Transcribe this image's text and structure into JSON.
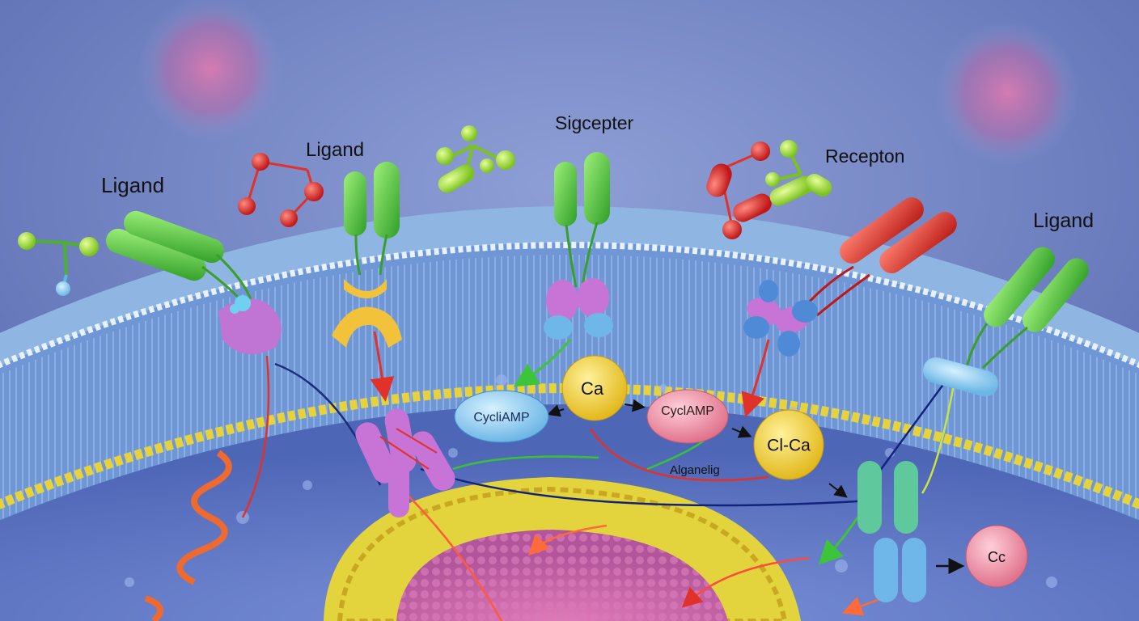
{
  "labels": {
    "ligand_left": "Ligand",
    "ligand_top": "Ligand",
    "sigcepter": "Sigcepter",
    "recepton": "Recepton",
    "ligand_right": "Ligand",
    "cycliamp": "CycliAMP",
    "ca": "Ca",
    "cyclamp": "CyclAMP",
    "cl_ca": "Cl-Ca",
    "alganelig": "Alganelig",
    "cc": "Cc"
  },
  "colors": {
    "background": "#6c7fc2",
    "membrane": "#8fb4e0",
    "lipid_head": "#d9c93a",
    "cytoplasm": "#5f79c8",
    "nucleus": "#c96aa8",
    "green_receptor": "#4fc43a",
    "red_receptor": "#e0322a",
    "purple_protein": "#c879d6",
    "blue_protein": "#6fb7e8",
    "yellow_blob": "#f2d43a",
    "pink_blob": "#ef8ca0"
  }
}
